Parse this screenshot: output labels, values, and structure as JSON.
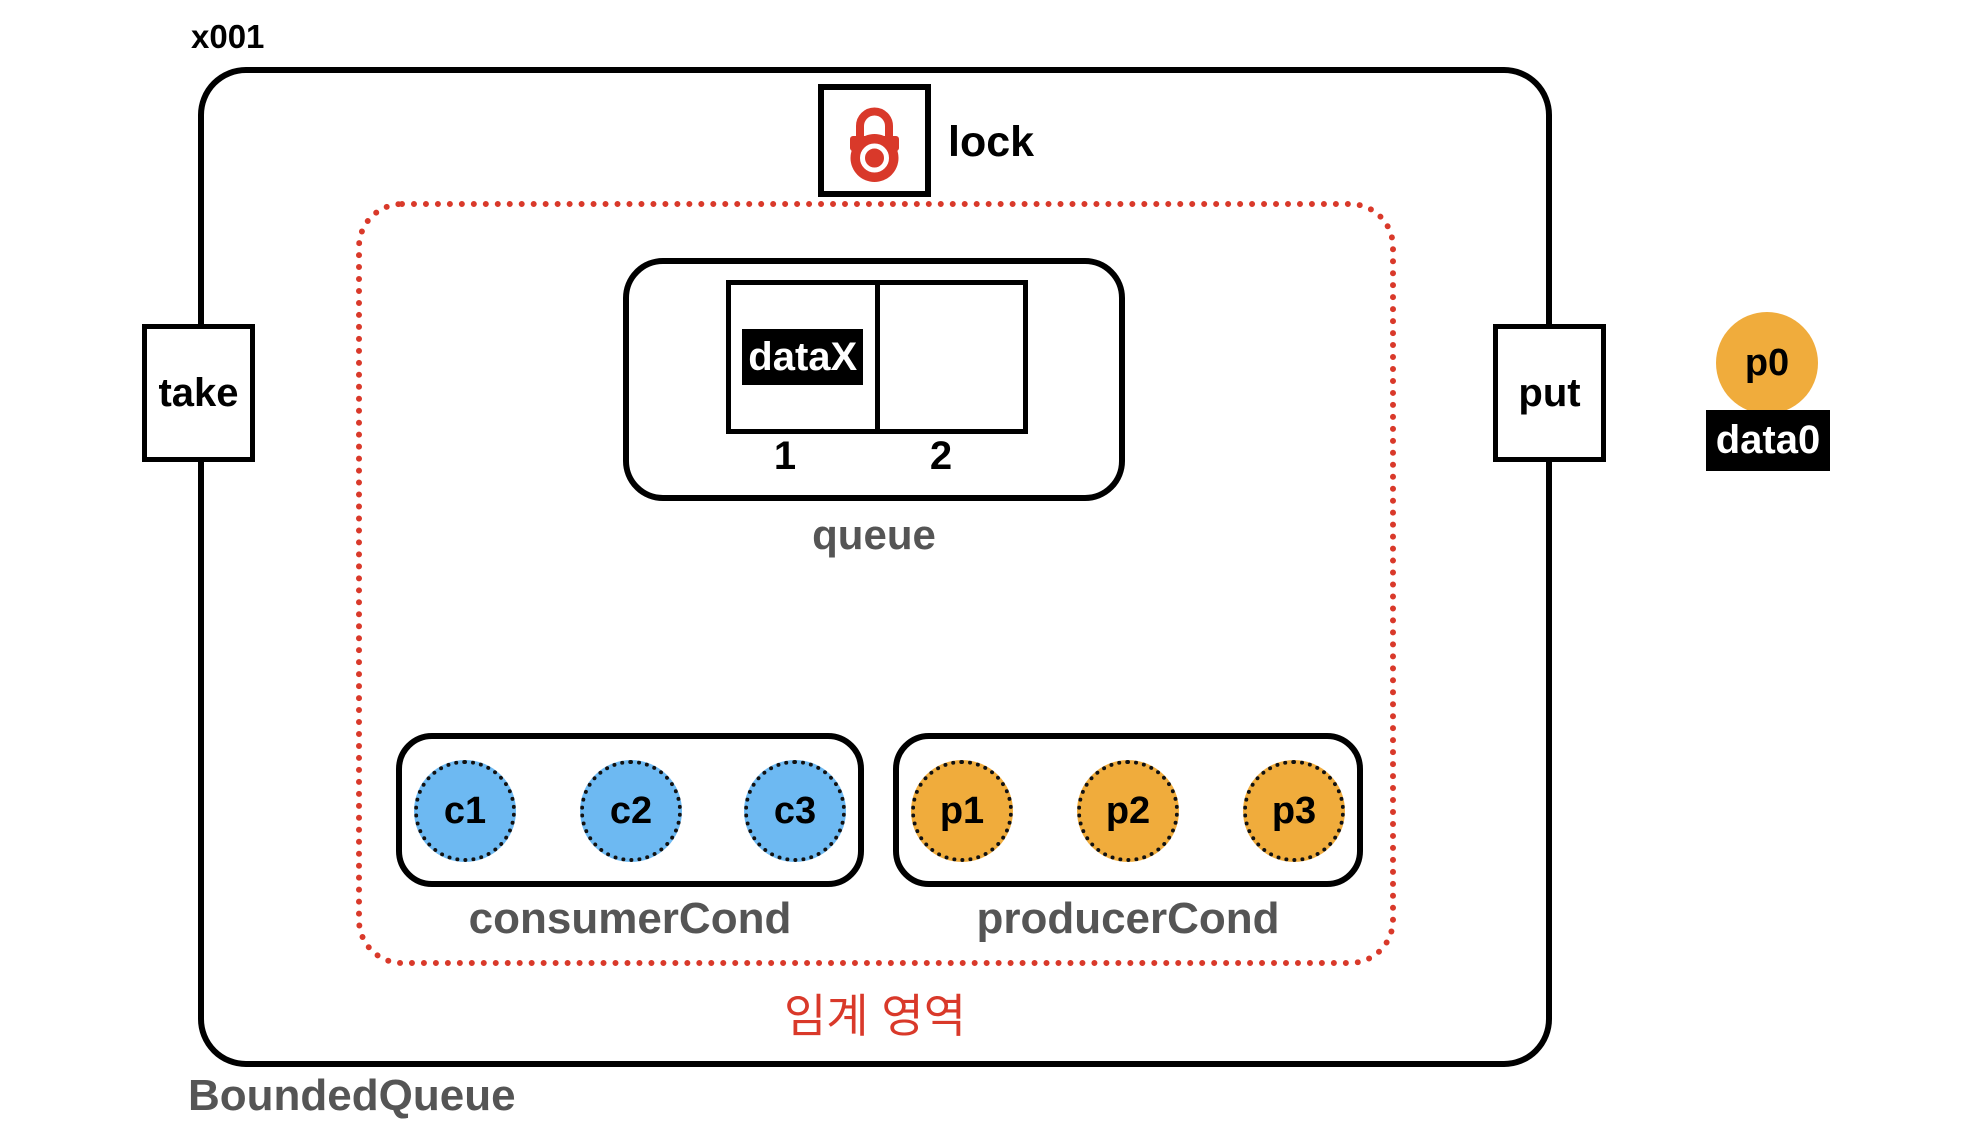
{
  "object_id": "x001",
  "object_name": "BoundedQueue",
  "lock": {
    "label": "lock",
    "icon": "padlock-icon",
    "icon_color": "#d9392a"
  },
  "methods": {
    "take": "take",
    "put": "put"
  },
  "critical_section": {
    "label": "임계 영역",
    "color": "#d9392a"
  },
  "queue": {
    "label": "queue",
    "slots": [
      {
        "index": "1",
        "value": "dataX"
      },
      {
        "index": "2",
        "value": ""
      }
    ]
  },
  "consumer_cond": {
    "label": "consumerCond",
    "threads": [
      "c1",
      "c2",
      "c3"
    ],
    "color": "#6db9f2"
  },
  "producer_cond": {
    "label": "producerCond",
    "threads": [
      "p1",
      "p2",
      "p3"
    ],
    "color": "#f0ac3c"
  },
  "outside_thread": {
    "name": "p0",
    "data": "data0",
    "color": "#f0ac3c"
  }
}
